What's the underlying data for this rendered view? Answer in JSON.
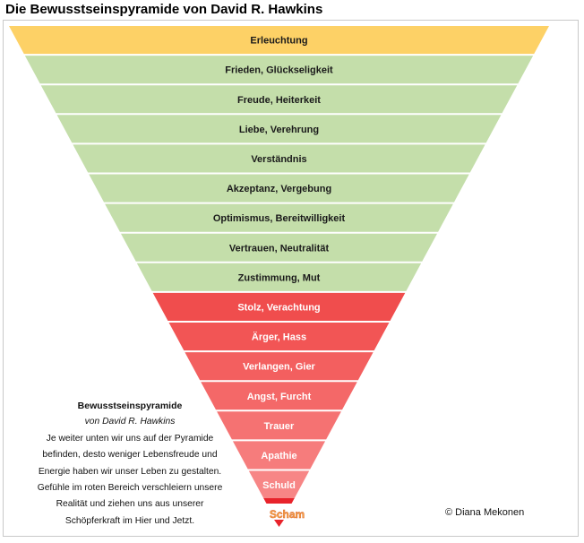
{
  "title": "Die Bewusstseinspyramide von David R. Hawkins",
  "levels": [
    {
      "label": "Erleuchtung",
      "color": "#fdd166",
      "group": "top"
    },
    {
      "label": "Frieden, Glückseligkeit",
      "color": "#c4deaa",
      "group": "green"
    },
    {
      "label": "Freude, Heiterkeit",
      "color": "#c4deaa",
      "group": "green"
    },
    {
      "label": "Liebe, Verehrung",
      "color": "#c4deaa",
      "group": "green"
    },
    {
      "label": "Verständnis",
      "color": "#c4deaa",
      "group": "green"
    },
    {
      "label": "Akzeptanz, Vergebung",
      "color": "#c4deaa",
      "group": "green"
    },
    {
      "label": "Optimismus, Bereitwilligkeit",
      "color": "#c4deaa",
      "group": "green"
    },
    {
      "label": "Vertrauen, Neutralität",
      "color": "#c4deaa",
      "group": "green"
    },
    {
      "label": "Zustimmung, Mut",
      "color": "#c4deaa",
      "group": "green"
    },
    {
      "label": "Stolz, Verachtung",
      "color": "#f04d4d",
      "group": "red"
    },
    {
      "label": "Ärger, Hass",
      "color": "#f25555",
      "group": "red"
    },
    {
      "label": "Verlangen, Gier",
      "color": "#f35f5f",
      "group": "red"
    },
    {
      "label": "Angst, Furcht",
      "color": "#f46868",
      "group": "red"
    },
    {
      "label": "Trauer",
      "color": "#f57272",
      "group": "red"
    },
    {
      "label": "Apathie",
      "color": "#f67c7c",
      "group": "red"
    },
    {
      "label": "Schuld",
      "color": "#f78686",
      "group": "red"
    },
    {
      "label": "Scham",
      "color": "#e8232b",
      "group": "bottom"
    }
  ],
  "info": {
    "heading": "Bewusstseinspyramide",
    "author": "von David R. Hawkins",
    "lines": [
      "Je weiter unten wir uns auf der Pyramide",
      "befinden, desto weniger Lebensfreude und",
      "Energie haben wir unser Leben zu gestalten.",
      "Gefühle im roten Bereich verschleiern unsere",
      "Realität und ziehen uns aus unserer",
      "Schöpferkraft im Hier und Jetzt."
    ]
  },
  "copyright": "© Diana Mekonen"
}
